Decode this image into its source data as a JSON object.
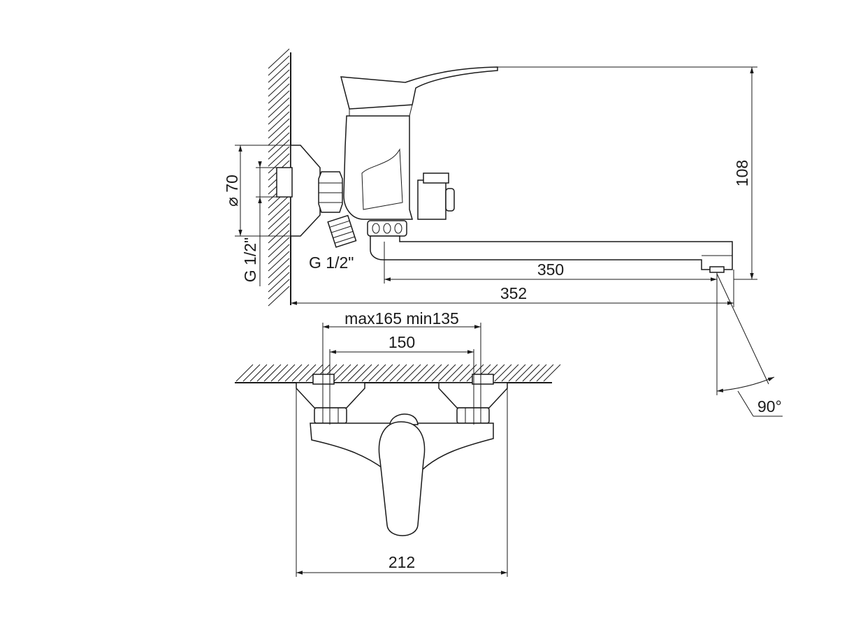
{
  "dimensions": {
    "height_total": "108",
    "diameter_flange": "⌀ 70",
    "thread_wall": "G 1/2\"",
    "thread_outlet": "G 1/2\"",
    "spout_reach": "350",
    "overall_length": "352",
    "connection_range": "max165 min135",
    "connection_centers": "150",
    "body_width": "212",
    "swivel_angle": "90°"
  },
  "colors": {
    "line": "#1a1a1a",
    "background": "#ffffff"
  }
}
